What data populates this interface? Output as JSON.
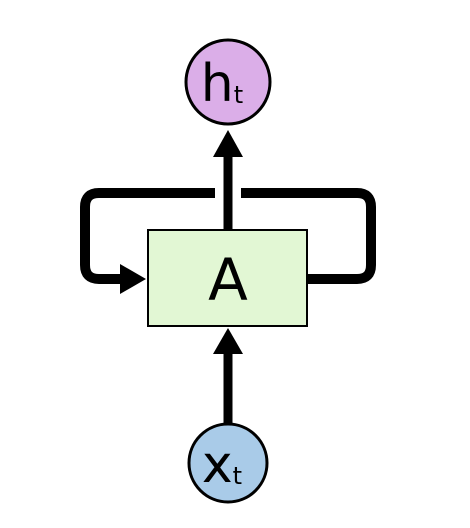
{
  "diagram": {
    "cell": {
      "label": "A",
      "fill": "#e2f7d4",
      "stroke": "#000000"
    },
    "output": {
      "main": "h",
      "sub": "t",
      "fill": "#dbaee8",
      "stroke": "#000000"
    },
    "input": {
      "main": "x",
      "sub": "t",
      "fill": "#a9cbe8",
      "stroke": "#000000"
    },
    "arrow_color": "#000000"
  }
}
